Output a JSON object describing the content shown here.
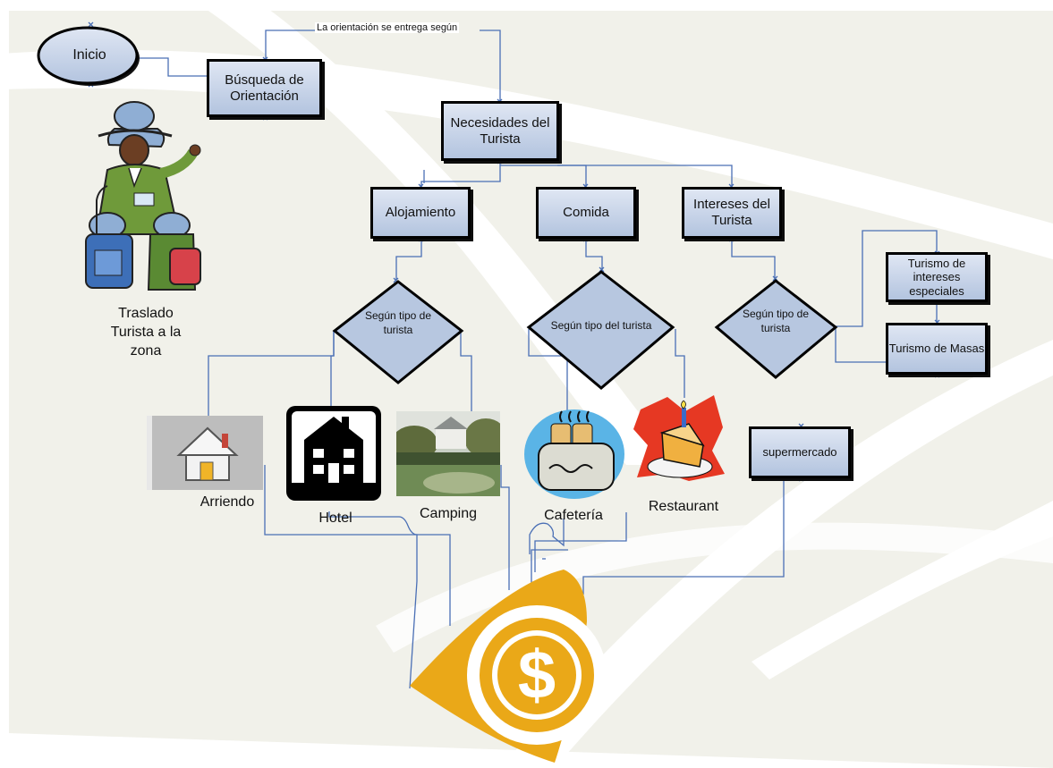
{
  "start": {
    "label": "Inicio"
  },
  "annotation": {
    "label": "La orientación se entrega según"
  },
  "nodes": {
    "busqueda": "Búsqueda de Orientación",
    "necesidades": "Necesidades del Turista",
    "alojamiento": "Alojamiento",
    "comida": "Comida",
    "intereses": "Intereses del Turista",
    "turismo_especiales": "Turismo de intereses especiales",
    "turismo_masas": "Turismo de Masas",
    "supermercado": "supermercado"
  },
  "decisions": {
    "alojamiento": "Según tipo de turista",
    "comida": "Según tipo del turista",
    "intereses": "Según tipo de turista"
  },
  "pictures": {
    "traslado": "Traslado Turista a la zona",
    "arriendo": "Arriendo",
    "hotel": "Hotel",
    "camping": "Camping",
    "cafeteria": "Cafetería",
    "restaurant": "Restaurant"
  },
  "colors": {
    "connector": "#4a6fb5",
    "box_fill_top": "#dfe6f3",
    "box_fill_bottom": "#b3c4df",
    "diamond_fill": "#b7c7e0",
    "money": "#eaa818",
    "background_swoosh": "#f1f1ea"
  },
  "icons": {
    "traslado": "tour-guide-icon",
    "arriendo": "house-icon",
    "hotel": "hotel-icon",
    "camping": "camping-photo-icon",
    "cafeteria": "toaster-icon",
    "restaurant": "cake-icon",
    "money": "dollar-icon"
  }
}
